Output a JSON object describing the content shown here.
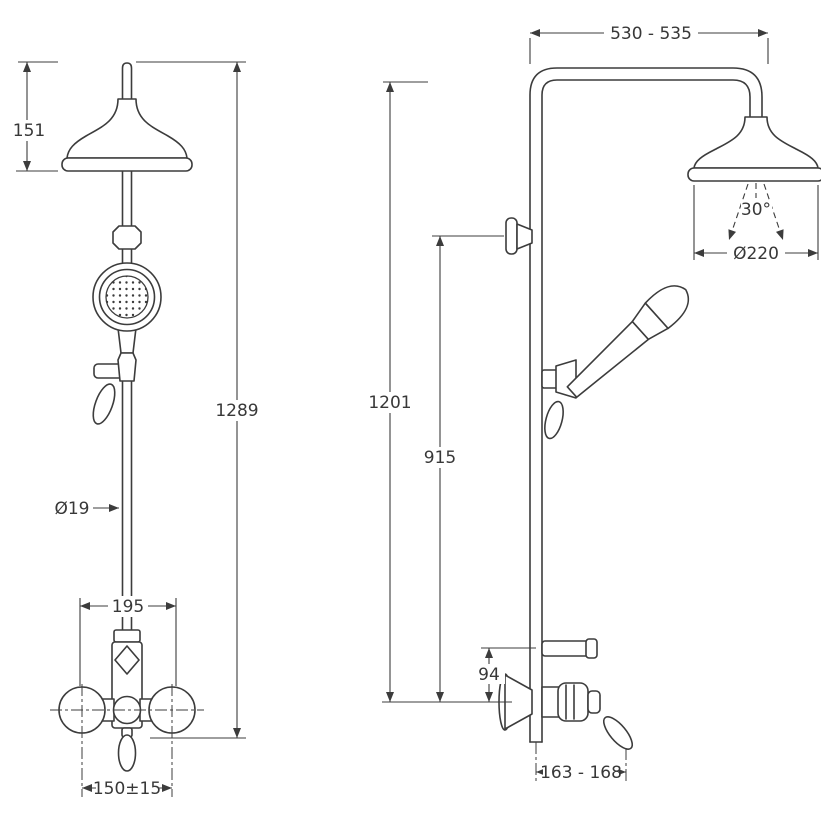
{
  "drawing": {
    "line_color": "#3c3c3c",
    "background": "#ffffff",
    "views": {
      "front": {
        "dims": {
          "head_height": "151",
          "total_height": "1289",
          "pipe_diameter": "Ø19",
          "trim_width": "195",
          "supply_centers": "150±15"
        }
      },
      "side": {
        "dims": {
          "top_reach": "530 - 535",
          "spray_angle": "30°",
          "head_diameter": "Ø220",
          "height_upper": "1201",
          "height_bracket": "915",
          "valve_offset": "94",
          "bottom_depth": "163 - 168"
        }
      }
    }
  }
}
